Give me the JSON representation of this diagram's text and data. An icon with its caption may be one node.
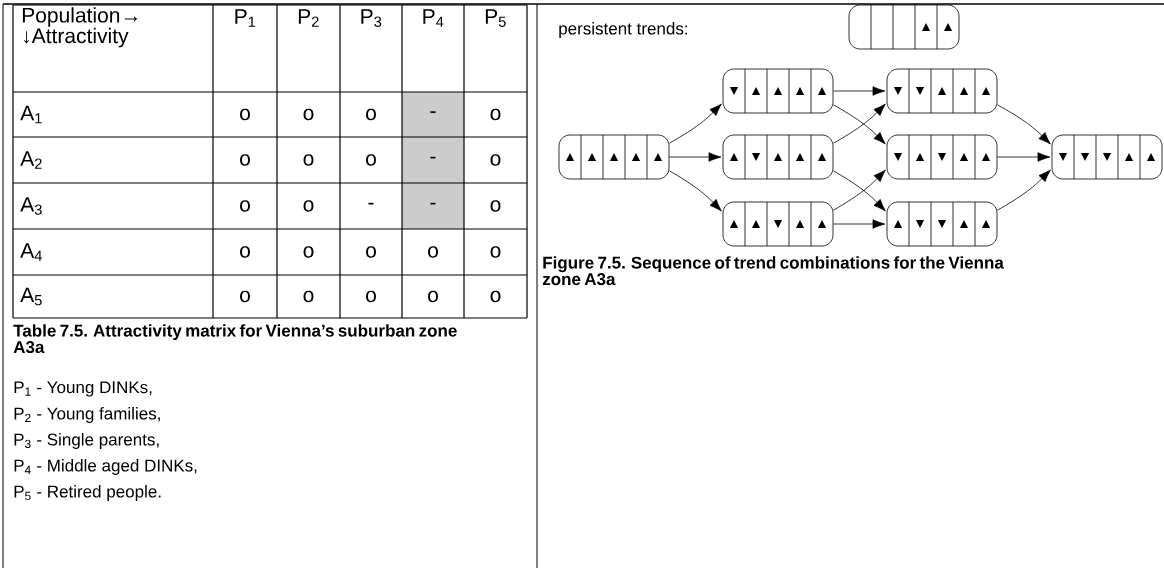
{
  "diagram": {
    "nodes": [
      {
        "text": [
          "▲",
          "▲"
        ]
      },
      {
        "text": [
          "▲",
          "▲",
          "▲",
          "▲",
          "▲"
        ]
      },
      {
        "text": [
          "▼",
          "▲",
          "▲",
          "▲",
          "▲"
        ]
      },
      {
        "text": [
          "▲",
          "▼",
          "▲",
          "▲",
          "▲"
        ]
      },
      {
        "text": [
          "▲",
          "▲",
          "▼",
          "▲",
          "▲"
        ]
      },
      {
        "text": [
          "▼",
          "▼",
          "▲",
          "▲",
          "▲"
        ]
      },
      {
        "text": [
          "▼",
          "▲",
          "▼",
          "▲",
          "▲"
        ]
      },
      {
        "text": [
          "▲",
          "▼",
          "▼",
          "▲",
          "▲"
        ]
      },
      {
        "text": [
          "▼",
          "▼",
          "▼",
          "▲",
          "▲"
        ]
      }
    ],
    "edges": [
      {
        "from": 1,
        "to": 2,
        "arrow": "to"
      },
      {
        "from": 1,
        "to": 3,
        "arrow": "to"
      },
      {
        "from": 1,
        "to": 4,
        "arrow": "to"
      },
      {
        "from": 2,
        "to": 5,
        "arrow": "to"
      },
      {
        "from": 2,
        "to": 6,
        "arrow": "to"
      },
      {
        "from": 3,
        "to": 5,
        "arrow": "to"
      },
      {
        "from": 3,
        "to": 7,
        "arrow": "to"
      },
      {
        "from": 4,
        "to": 6,
        "arrow": "to"
      },
      {
        "from": 4,
        "to": 7,
        "arrow": "to"
      },
      {
        "from": 5,
        "to": 8,
        "arrow": "to"
      },
      {
        "from": 6,
        "to": 8,
        "arrow": "to"
      },
      {
        "from": 7,
        "to": 8,
        "arrow": "to"
      }
    ],
    "labels": [
      "Population→ ↓Attractivity",
      "P$_{1}$",
      "P$_{2}$",
      "P$_{3}$",
      "P$_{4}$",
      "P$_{5}$",
      "A$_{1}$",
      "o",
      "o",
      "o",
      "-",
      "o",
      "A$_{2}$",
      "o",
      "o",
      "o",
      "-",
      "o",
      "A$_{3}$",
      "o",
      "o",
      "-",
      "-",
      "o",
      "A$_{4}$",
      "o",
      "o",
      "o",
      "o",
      "o",
      "A$_{5}$",
      "o",
      "o",
      "o",
      "o",
      "o",
      "Table 7.5. Attractivity matrix for Vienna’s suburban zone A3a",
      "P$_{1}$ - Young DINKs,",
      "P$_{2}$ - Young families,",
      "P$_{3}$ - Single parents,",
      "P$_{4}$ - Middle aged DINKs,",
      "P$_{5}$ - Retired people.",
      "persistent trends:",
      "Figure 7.5. Sequence of trend combinations for the Vienna zone A3a"
    ]
  }
}
